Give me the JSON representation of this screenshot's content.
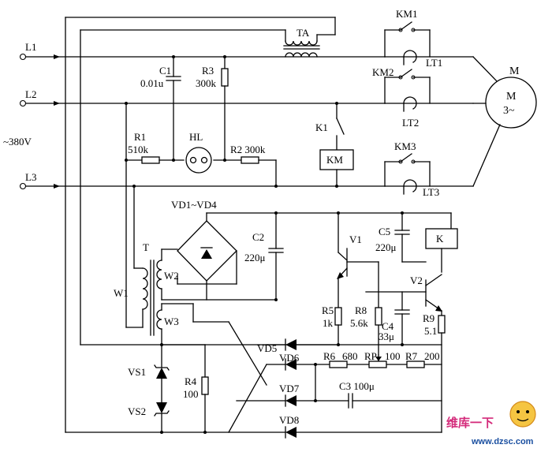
{
  "lines": {
    "l1": "L1",
    "l2": "L2",
    "l3": "L3",
    "voltage": "~380V"
  },
  "transformer_ta": "TA",
  "contactors": {
    "km1": "KM1",
    "km2": "KM2",
    "km3": "KM3",
    "km_coil": "KM"
  },
  "sensors": {
    "lt1": "LT1",
    "lt2": "LT2",
    "lt3": "LT3"
  },
  "motor": {
    "m_outer": "M",
    "m_inner": "M",
    "phase": "3~"
  },
  "relay": {
    "k1": "K1",
    "k_coil": "K"
  },
  "indicator": {
    "hl": "HL"
  },
  "transformer_t": {
    "t": "T",
    "w1": "W1",
    "w2": "W2",
    "w3": "W3"
  },
  "bridge": "VD1~VD4",
  "capacitors": {
    "c1": "C1",
    "c1_val": "0.01u",
    "c2": "C2",
    "c2_val": "220μ",
    "c3": "C3 100μ",
    "c4": "C4",
    "c4_val": "33μ",
    "c5": "C5",
    "c5_val": "220μ"
  },
  "resistors": {
    "r1": "R1",
    "r1_val": "510k",
    "r2": "R2 300k",
    "r3": "R3",
    "r3_val": "300k",
    "r4": "R4",
    "r4_val": "100",
    "r5": "R5",
    "r5_val": "1k",
    "r6": "R6",
    "r6_val": "680",
    "rp": "RP",
    "rp_val": "100",
    "r7": "R7",
    "r7_val": "200",
    "r8": "R8",
    "r8_val": "5.6k",
    "r9": "R9",
    "r9_val": "5.1"
  },
  "transistors": {
    "v1": "V1",
    "v2": "V2"
  },
  "zeners": {
    "vs1": "VS1",
    "vs2": "VS2"
  },
  "diodes": {
    "vd5": "VD5",
    "vd6": "VD6",
    "vd7": "VD7",
    "vd8": "VD8"
  },
  "watermark": {
    "brand": "维库一下",
    "url": "www.dzsc.com"
  }
}
